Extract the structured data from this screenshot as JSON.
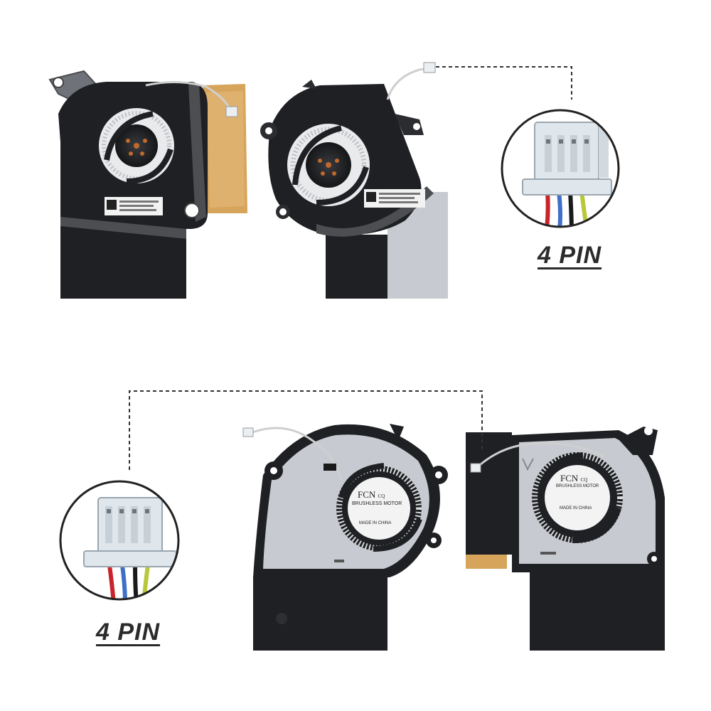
{
  "labels": {
    "pin_top": "4 PIN",
    "pin_bottom": "4 PIN"
  },
  "motor_sticker": {
    "brand": "FCN",
    "brand_suffix": "CQ",
    "motor_type": "BRUSHLESS MOTOR",
    "origin": "MADE IN CHINA"
  },
  "colors": {
    "fan_housing": "#1f2023",
    "fan_plate": "#c7cad0",
    "foam_tape": "#d7a45b",
    "connector": "#dfe6ec",
    "wire_red": "#c8242a",
    "wire_blue": "#3e6fc9",
    "wire_black": "#1a1a1a",
    "wire_yellow": "#b8c83a"
  }
}
